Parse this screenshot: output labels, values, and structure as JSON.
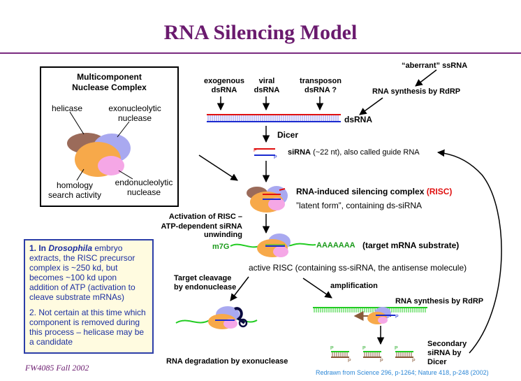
{
  "title": "RNA Silencing Model",
  "complex_box": {
    "title_line1": "Multicomponent",
    "title_line2": "Nuclease Complex",
    "helicase": "helicase",
    "exo_line1": "exonucleolytic",
    "exo_line2": "nuclease",
    "homology_line1": "homology",
    "homology_line2": "search activity",
    "endo_line1": "endonucleolytic",
    "endo_line2": "nuclease"
  },
  "sources": {
    "exo_line1": "exogenous",
    "exo_line2": "dsRNA",
    "viral_line1": "viral",
    "viral_line2": "dsRNA",
    "transposon_line1": "transposon",
    "transposon_line2": "dsRNA ?",
    "aberrant": "“aberrant” ssRNA",
    "rdrp_top": "RNA synthesis by RdRP"
  },
  "labels": {
    "dsrna": "dsRNA",
    "dicer": "Dicer",
    "sirna_bold": "siRNA",
    "sirna_rest": " (~22 nt), also called guide RNA",
    "risc_main": "RNA-induced silencing complex ",
    "risc_abbrev": "(RISC)",
    "latent": "”latent form”, containing ds-siRNA",
    "activation_line1": "Activation of RISC –",
    "activation_line2": "ATP-dependent siRNA unwinding",
    "m7g": "m7G",
    "polya": "AAAAAAA",
    "target_mrna": "(target mRNA substrate)",
    "active_risc": "active RISC (containing ss-siRNA, the antisense molecule)",
    "cleavage_line1": "Target cleavage",
    "cleavage_line2": "by endonuclease",
    "amplification": "amplification",
    "rdrp_bottom": "RNA synthesis by RdRP",
    "degradation": "RNA degradation by  exonuclease",
    "secondary_line1": "Secondary",
    "secondary_line2": "siRNA by",
    "secondary_line3": "Dicer",
    "p": "P"
  },
  "note": {
    "n1_prefix": "1. In ",
    "n1_italic": "Drosophila",
    "n1_rest": " embryo extracts, the RISC precursor complex is ~250 kd, but becomes ~100 kd upon addition of ATP (activation to cleave substrate mRNAs)",
    "n2": "2.  Not certain at this time which component is removed during this process – helicase may be a candidate"
  },
  "footer": "FW4085 Fall 2002",
  "credit": "Redrawn from Science 296, p-1264; Nature 418, p-248 (2002)",
  "colors": {
    "title": "#6a1a6e",
    "helicase": "#9b6b5a",
    "exonuclease": "#a9a9f0",
    "homology": "#f7a94a",
    "endonuclease": "#f5a7e6",
    "sense_strand": "#e01010",
    "antisense_strand": "#1b2bd0",
    "mrna": "#22cc22",
    "note_text": "#1c2fa0"
  }
}
